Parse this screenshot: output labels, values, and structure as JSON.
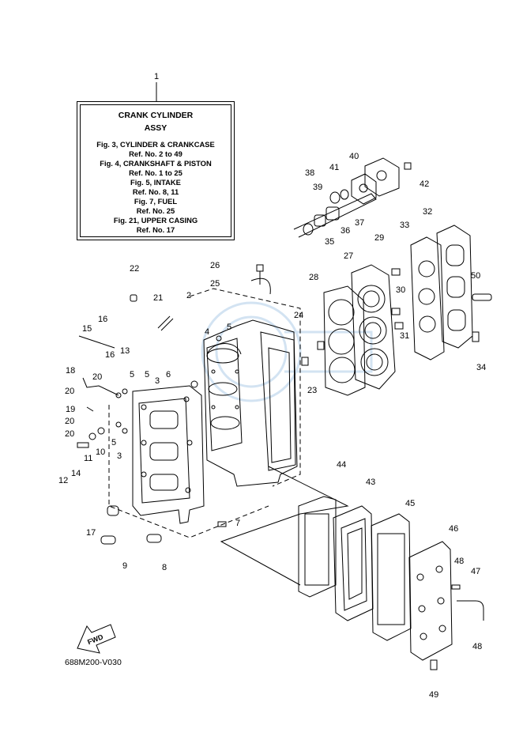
{
  "info_box": {
    "ref_no": "1",
    "title_line1": "CRANK  CYLINDER",
    "title_line2": "ASSY",
    "lines": [
      "Fig. 3, CYLINDER & CRANKCASE",
      "Ref. No. 2 to 49",
      "Fig. 4, CRANKSHAFT & PISTON",
      "Ref. No. 1 to 25",
      "Fig. 5, INTAKE",
      "Ref. No. 8, 11",
      "Fig. 7, FUEL",
      "Ref. No. 25",
      "Fig. 21, UPPER CASING",
      "Ref. No. 17"
    ]
  },
  "callouts": [
    "2",
    "3",
    "3",
    "4",
    "5",
    "5",
    "5",
    "5",
    "6",
    "7",
    "8",
    "9",
    "10",
    "11",
    "12",
    "13",
    "14",
    "15",
    "16",
    "16",
    "17",
    "18",
    "19",
    "20",
    "20",
    "20",
    "20",
    "21",
    "22",
    "23",
    "24",
    "25",
    "26",
    "27",
    "28",
    "29",
    "30",
    "31",
    "32",
    "33",
    "34",
    "35",
    "36",
    "37",
    "38",
    "39",
    "40",
    "41",
    "42",
    "43",
    "44",
    "45",
    "46",
    "47",
    "48",
    "48",
    "49",
    "50"
  ],
  "fwd_label": "FWD",
  "catalog_number": "688M200-V030",
  "colors": {
    "line": "#000000",
    "watermark": "#9ec3e3"
  }
}
